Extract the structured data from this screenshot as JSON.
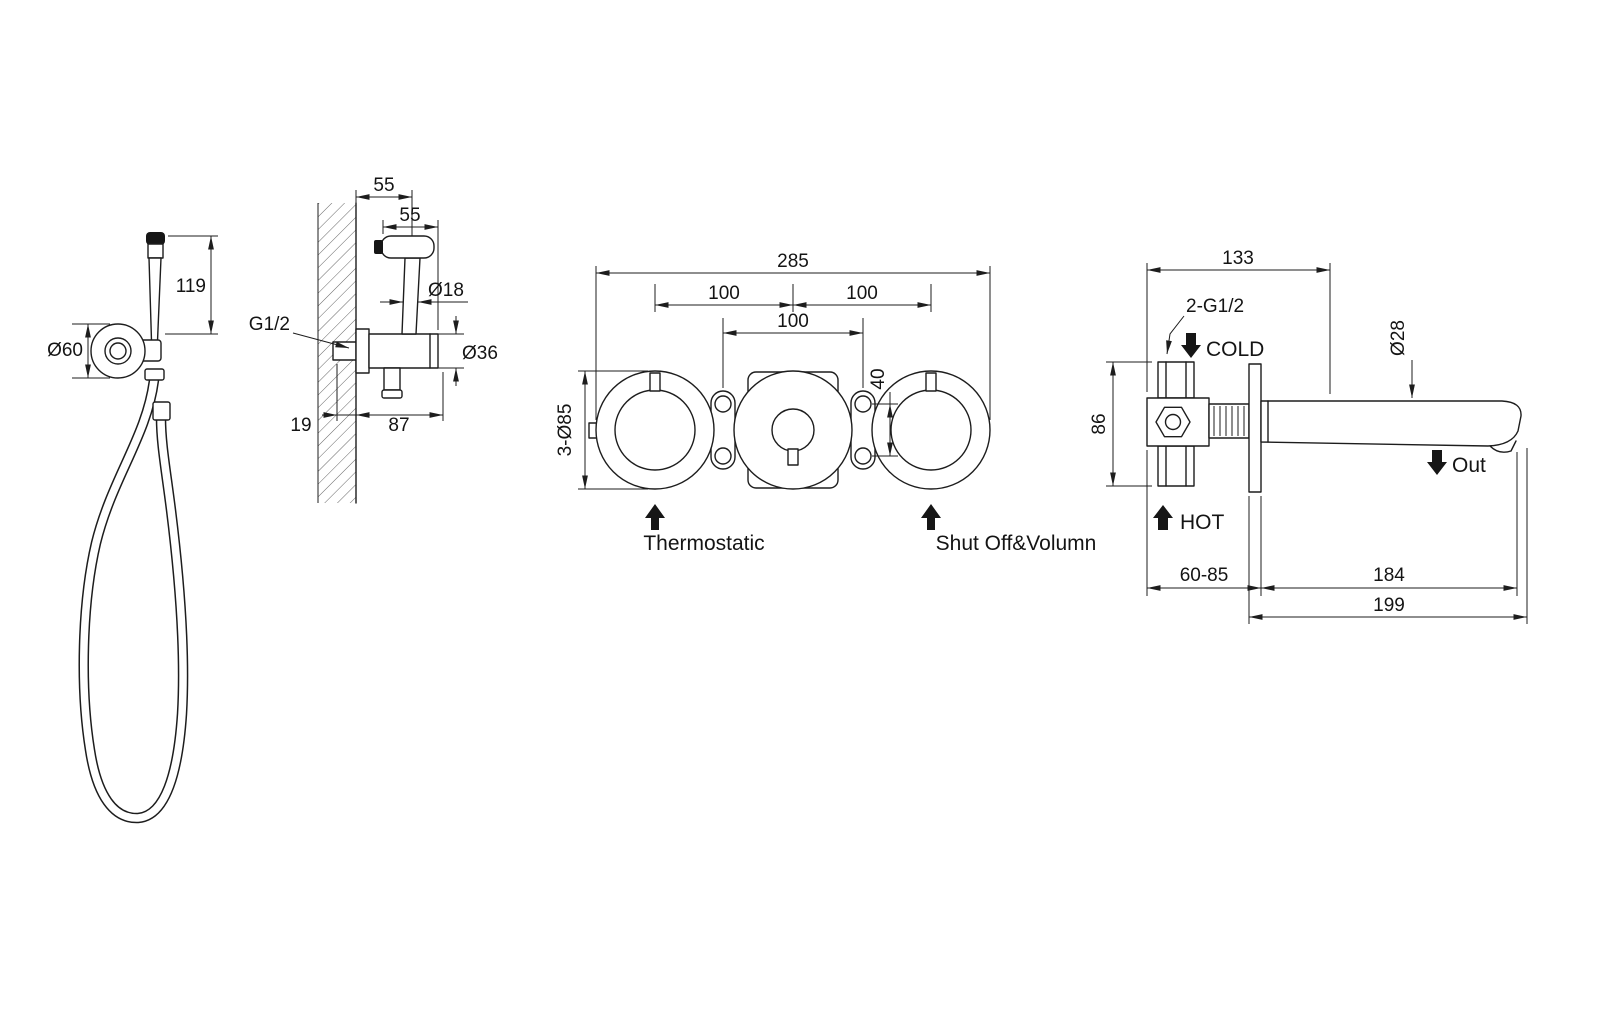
{
  "page": {
    "background": "#ffffff",
    "line_color": "#1d1d1d"
  },
  "views": {
    "sprayer_front": {
      "dims": {
        "length": "119",
        "holder_diameter": "Ø60"
      }
    },
    "holder_side": {
      "dims": {
        "wall_to_axis": "55",
        "head_offset": "55",
        "handle_diameter": "Ø18",
        "holder_diameter": "Ø36",
        "thread": "G1/2",
        "inset": "19",
        "projection": "87"
      }
    },
    "mixer_front": {
      "dims": {
        "overall_width": "285",
        "spacing_left": "100",
        "spacing_right": "100",
        "bracket_spacing": "100",
        "screw_spacing": "40",
        "handle_diameter": "3-Ø85"
      },
      "labels": {
        "thermostatic": "Thermostatic",
        "shutoff": "Shut Off&Volumn"
      }
    },
    "spout_side": {
      "dims": {
        "valve_width": "133",
        "inlet_thread": "2-G1/2",
        "valve_height": "86",
        "spout_diameter": "Ø28",
        "depth_range": "60-85",
        "spout_projection": "184",
        "overall_projection": "199"
      },
      "labels": {
        "cold": "COLD",
        "hot": "HOT",
        "out": "Out"
      }
    }
  }
}
